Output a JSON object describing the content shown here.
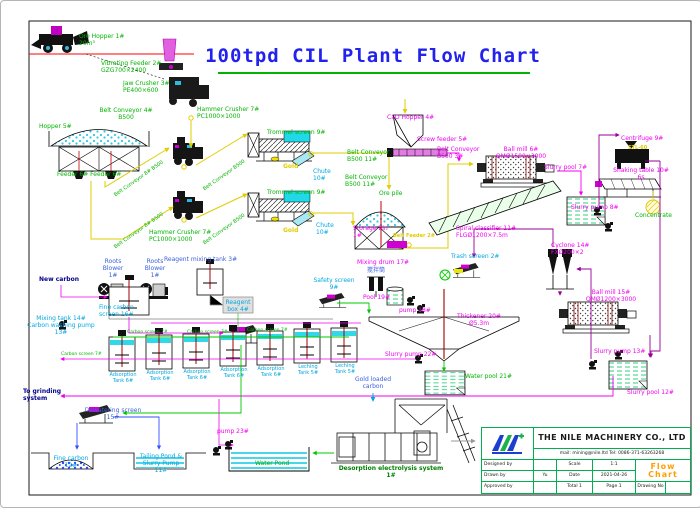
{
  "title": "100tpd CIL Plant Flow Chart",
  "palette": {
    "green": "#00b400",
    "darkgreen": "#008000",
    "magenta": "#f000f0",
    "cyan": "#00a8e0",
    "blue": "#3a5fde",
    "navy": "#00008b",
    "yellow": "#e0cc00",
    "orange": "#ff9f00",
    "gray": "#8f8f8f",
    "titleblue": "#2222ee",
    "tableborder": "#00b050"
  },
  "labels": {
    "ore_hopper": "Ore Hopper 1#\n20m³",
    "vibrating_feeder": "Vibrating Feeder 2#\nGZG700×2400",
    "jaw_crusher": "Jaw Crusher 3#\nPE400×600",
    "belt_conveyor_4": "Belt Conveyor 4#\nB500",
    "hopper_5": "Hopper 5#",
    "feeder_6": "Feeder 6#  Feeder 6#",
    "belt_conveyor_8": "Belt Conveyor 8# B500",
    "belt_conveyor_diag": "Belt Conveyor B500",
    "hammer_crusher_7": "Hammer Crusher 7#\nPC1000×1000",
    "trommel_screen_9": "Trommel screen 9#",
    "gold": "Gold",
    "chute_10": "Chute\n10#",
    "belt_conveyor_11": "Belt Conveyor\nB500 11#",
    "ore_pile": "Ore pile",
    "storage_bin_1": "Storage bin\n1#",
    "belt_feeder_2": "Belt Feeder 2#",
    "cao_hopper_4": "CaO Hopper 4#",
    "screw_feeder_5": "Screw feeder 5#",
    "belt_conveyor_3": "Belt Conveyor\nB500 3#",
    "ball_mill_6": "Ball mill 6#\nQMØ1500×3000",
    "slurry_pool_7": "Slurry pool 7#",
    "slurry_pump_8": "Slurry pump 8#",
    "centrifuge_9": "Centrifuge 9#",
    "centrifuge_model": "STL-60",
    "shaking_table_10": "Shaking table 10#\n6s",
    "concentrate": "Concentrate",
    "spiral_classifier_11": "Spiral classifier 11#\nFLGØ1200×7.5m",
    "cyclone_14": "Cyclone 14#\nFXØ200×2",
    "ball_mill_15": "Ball mill 15#\nQMØ1200×3000",
    "slurry_pump_13": "Slurry pump 13#",
    "slurry_pool_12": "Slurry pool 12#",
    "trash_screen_2": "Trash screen 2#",
    "new_carbon": "New carbon",
    "roots_blower_1": "Roots\nBlower\n1#",
    "reagent_mixing_tank_3": "Reagent mixing tank 3#",
    "reagent_box_4": "Reagent\nbox 4#",
    "safety_screen_9": "Safety screen\n9#",
    "mixing_tank_14": "Mixing tank 14#\nCarbon washing pump\n13#",
    "fine_carbon_screen_16": "Fine carbon\nscreen 16#",
    "carbon_screen_7": "Carbon screen 7#",
    "mixing_drum_17": "Mixing drum 17#",
    "mixing_drum_cn": "搅拌筒",
    "pool_19": "Pool 19#",
    "pump_18": "pump 18#",
    "thickener_20": "Thickener 20#\nØ5.3m",
    "slurry_pump_22": "Slurry pump 22#",
    "water_pool_21": "Water pool 21#",
    "adsorption_tank_6": "Adsorption\nTank 6#",
    "leaching_tank_5": "Leching\nTank 5#",
    "gold_loaded_carbon": "Gold loaded\ncarbon",
    "to_grinding_system": "To grinding\nsystem",
    "dewatering_screen_15": "Dewatering screen\n15#",
    "fine_carbon_12": "Fine carbon\n12#",
    "tailing_pond_11": "Tailing Pond &\nSlurry Pump\n11#",
    "pump_23": "pump 23#",
    "water_pond": "Water Pond",
    "desorption_system": "Desorption electrolysis system\n1#",
    "gold_out": "Gold"
  },
  "title_block": {
    "company": "THE NILE MACHINERY CO., LTD",
    "contact": "mail: mining@nile.ltd      Tel: 0086-371-63263268",
    "designed_by_label": "Designed by",
    "designed_by": "",
    "scale_label": "Scale",
    "scale": "1:1",
    "doc_type": "Flow Chart",
    "drawn_by_label": "Drawn by",
    "drawn_by": "Yu",
    "date_label": "Date",
    "date": "2021-04-26",
    "approved_by_label": "Approved by",
    "approved_by": "",
    "total": "Total 1",
    "page": "Page 1",
    "drawing_no_label": "Drawing No",
    "drawing_no": ""
  }
}
